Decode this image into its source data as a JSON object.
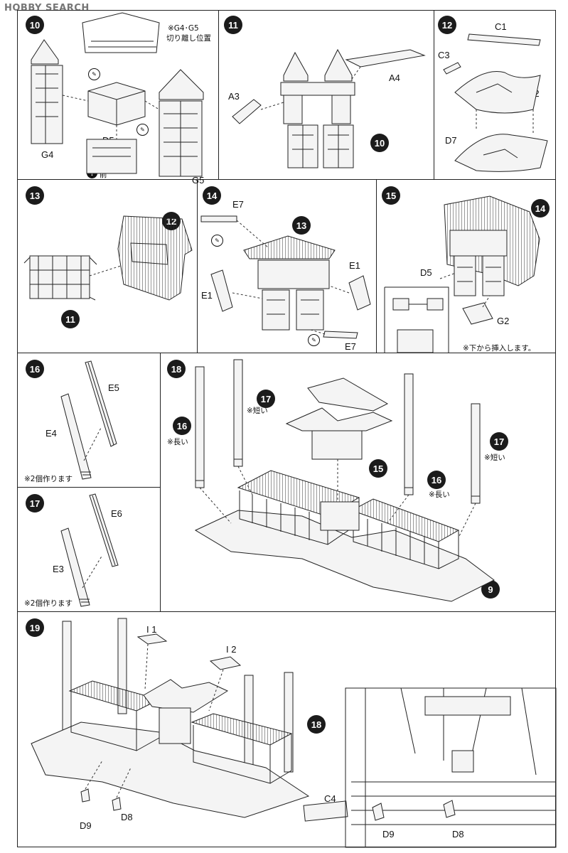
{
  "watermark": "HOBBY SEARCH",
  "steps": {
    "s10": {
      "badge": "10",
      "note1": "※G4･G5",
      "note2": "切り離し位置",
      "labels": [
        "G4",
        "D5",
        "G5"
      ],
      "warn": "前"
    },
    "s11": {
      "badge": "11",
      "labels": [
        "A3",
        "A4"
      ],
      "ref": "10"
    },
    "s12": {
      "badge": "12",
      "labels": [
        "C1",
        "C3",
        "C2",
        "D7"
      ]
    },
    "s13": {
      "badge": "13",
      "refs": [
        "12",
        "11"
      ]
    },
    "s14": {
      "badge": "14",
      "labels": [
        "E7",
        "E1",
        "E1",
        "E7"
      ],
      "ref": "13"
    },
    "s15": {
      "badge": "15",
      "labels": [
        "D5",
        "G2"
      ],
      "ref": "14",
      "note": "※下から挿入します。"
    },
    "s16": {
      "badge": "16",
      "labels": [
        "E5",
        "E4"
      ],
      "note": "※2個作ります"
    },
    "s17": {
      "badge": "17",
      "labels": [
        "E6",
        "E3"
      ],
      "note": "※2個作ります"
    },
    "s18": {
      "badge": "18",
      "refs": [
        "17",
        "16",
        "15",
        "16",
        "17",
        "9"
      ],
      "notes": [
        "※短い",
        "※長い",
        "※長い",
        "※短い"
      ]
    },
    "s19": {
      "badge": "19",
      "labels": [
        "I 1",
        "I 2",
        "C4",
        "D9",
        "D8",
        "D9",
        "D8"
      ],
      "ref": "18"
    }
  }
}
